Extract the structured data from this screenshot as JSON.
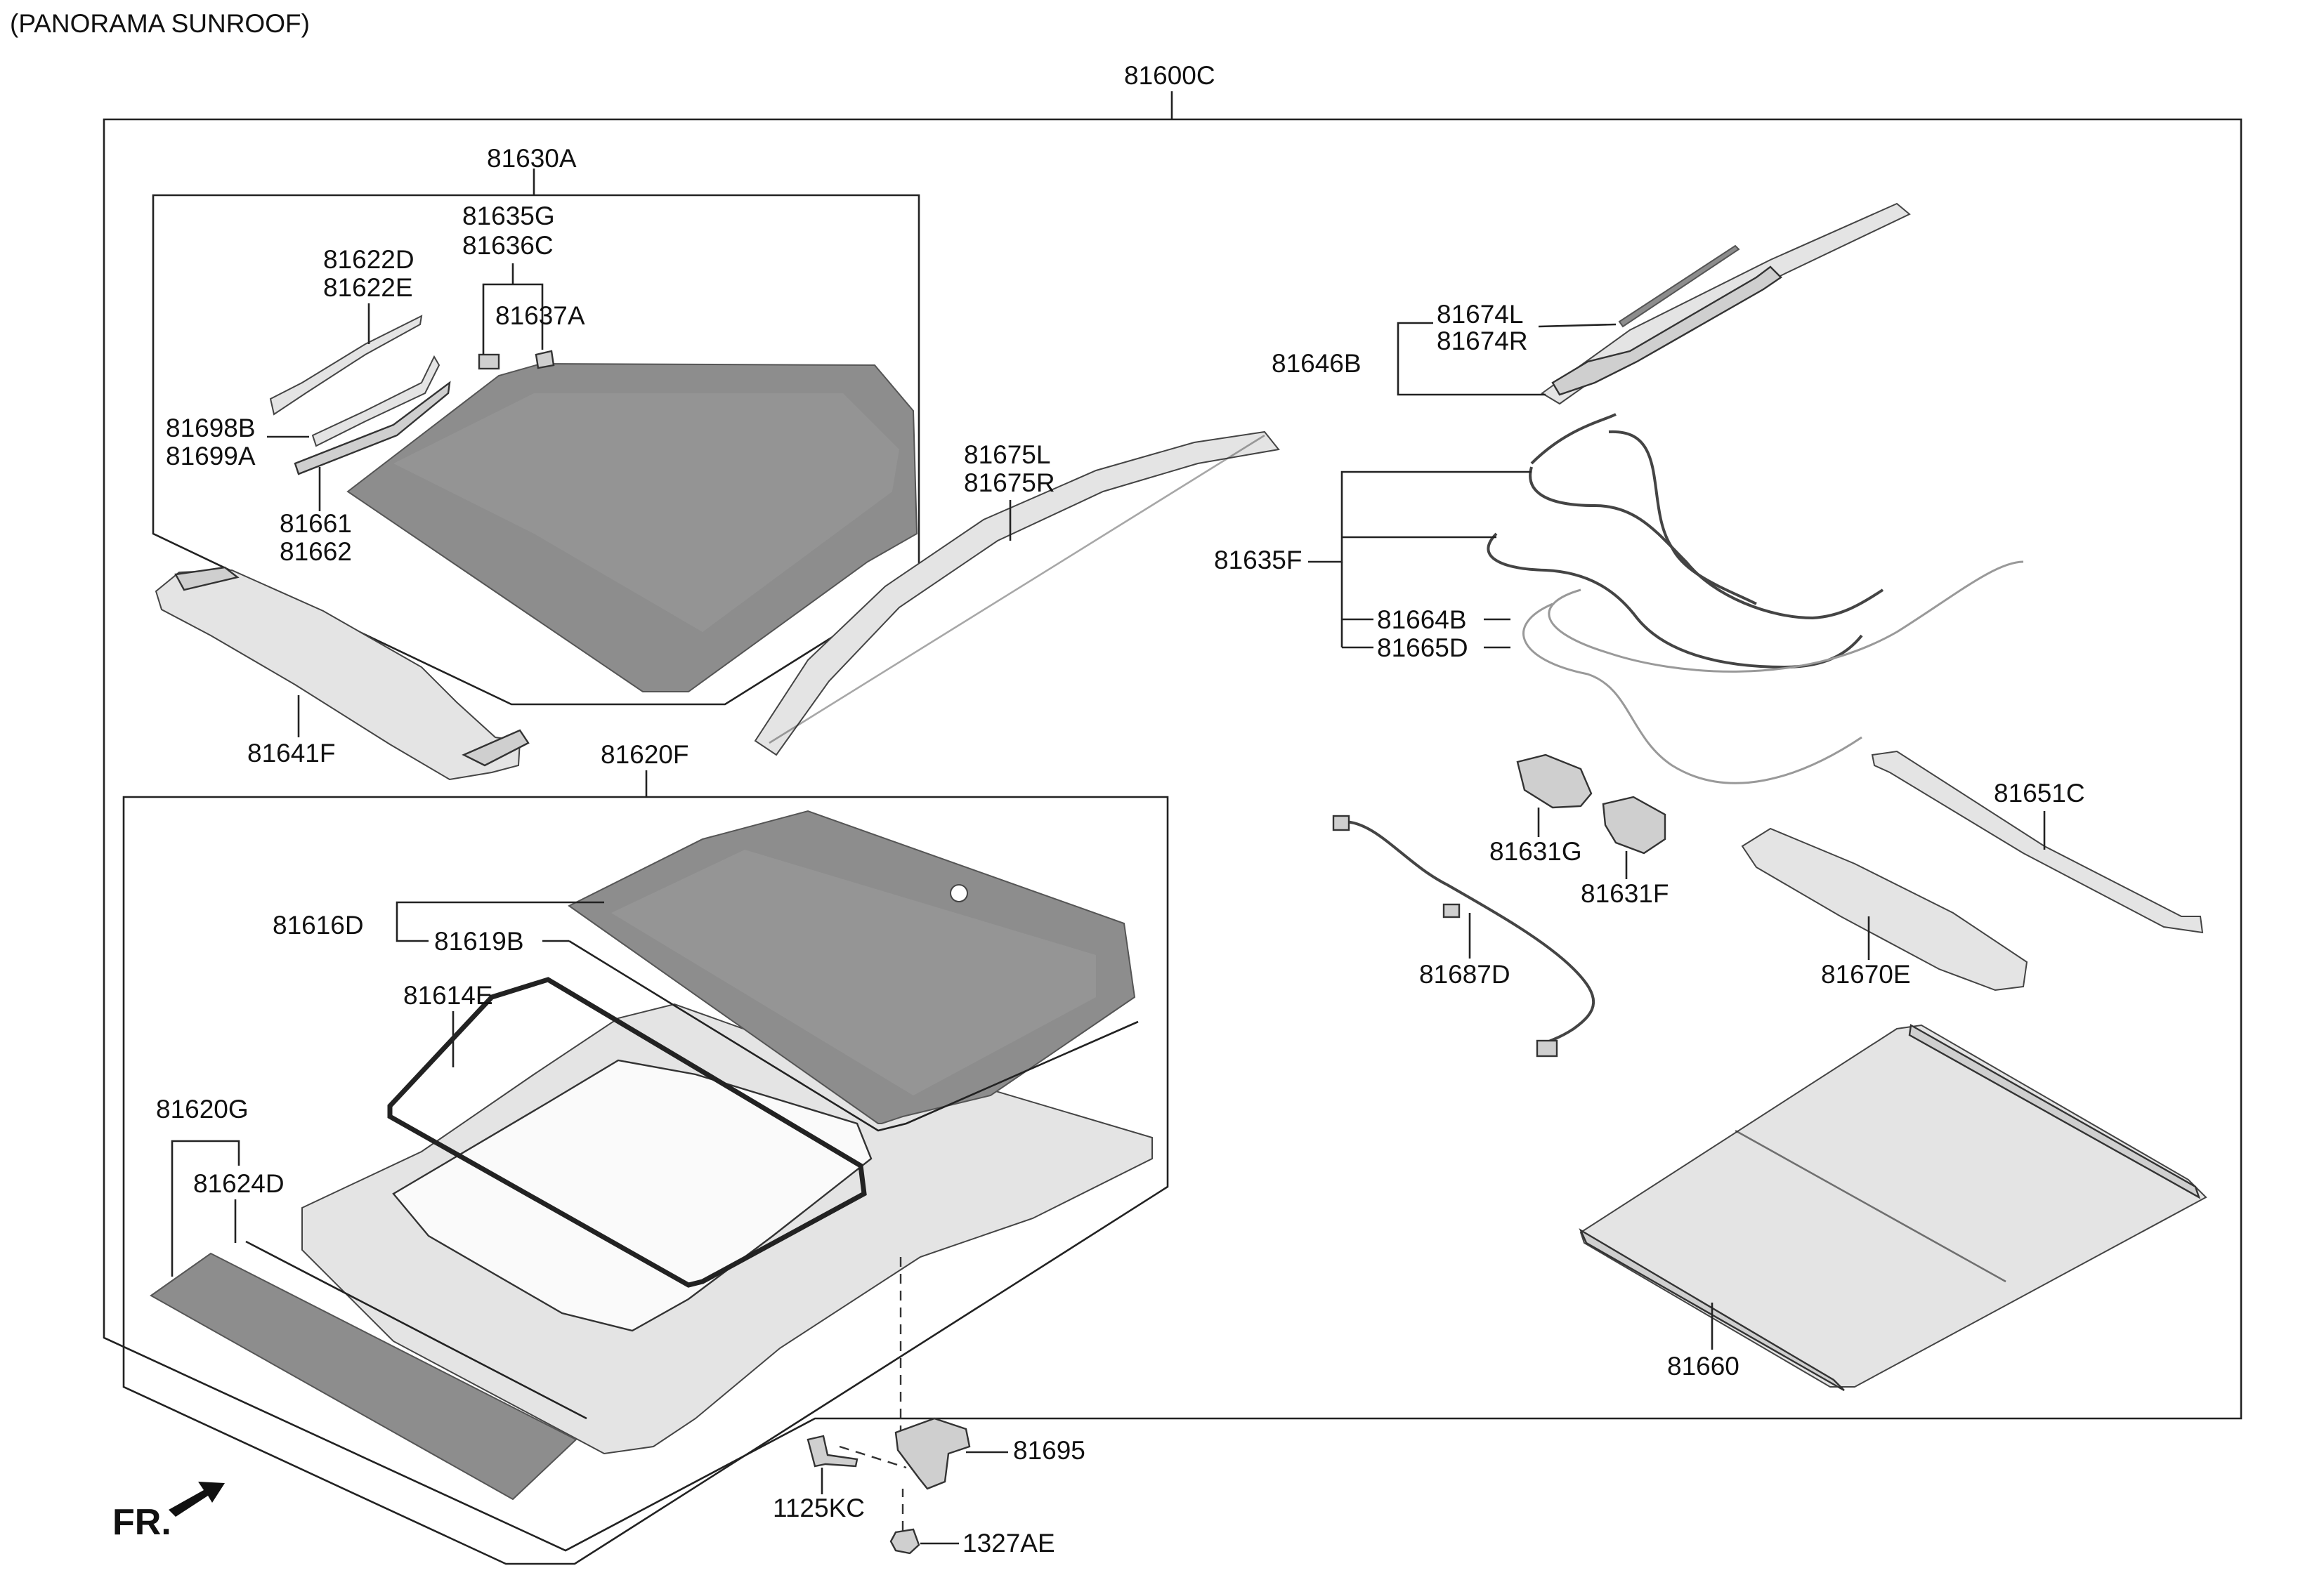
{
  "title": "(PANORAMA SUNROOF)",
  "direction_label": "FR.",
  "labels": {
    "l81600C": "81600C",
    "l81630A": "81630A",
    "l81635G": "81635G",
    "l81636C": "81636C",
    "l81622D": "81622D",
    "l81622E": "81622E",
    "l81637A": "81637A",
    "l81698B": "81698B",
    "l81699A": "81699A",
    "l81661": "81661",
    "l81662": "81662",
    "l81641F": "81641F",
    "l81675L": "81675L",
    "l81675R": "81675R",
    "l81674L": "81674L",
    "l81674R": "81674R",
    "l81646B": "81646B",
    "l81635F": "81635F",
    "l81664B": "81664B",
    "l81665D": "81665D",
    "l81620F": "81620F",
    "l81616D": "81616D",
    "l81619B": "81619B",
    "l81614E": "81614E",
    "l81620G": "81620G",
    "l81624D": "81624D",
    "l81631G": "81631G",
    "l81631F": "81631F",
    "l81651C": "81651C",
    "l81687D": "81687D",
    "l81670E": "81670E",
    "l81660": "81660",
    "l81695": "81695",
    "l1125KC": "1125KC",
    "l1327AE": "1327AE"
  }
}
